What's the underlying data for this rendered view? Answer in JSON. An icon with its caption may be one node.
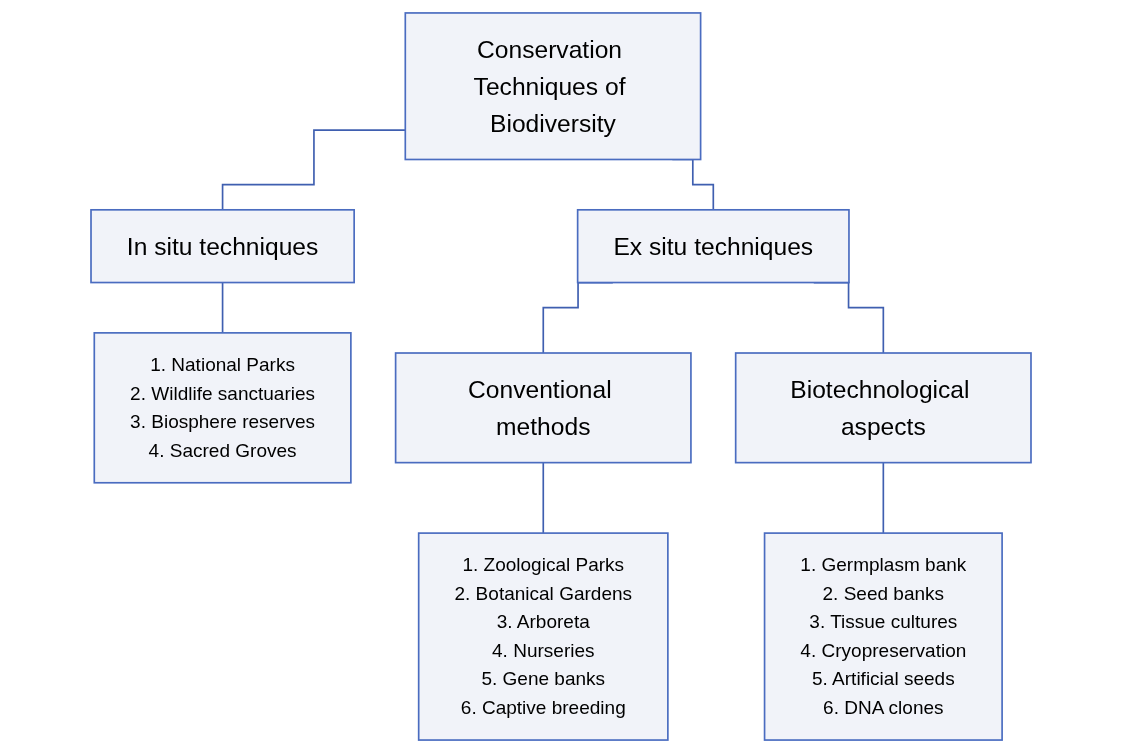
{
  "diagram": {
    "nodes": [
      {
        "text": [
          "Conservation Techniques of Biodiversity"
        ]
      },
      {
        "text": [
          "In situ techniques"
        ]
      },
      {
        "text": [
          "Ex situ techniques"
        ]
      },
      {
        "text": [
          "1. National Parks",
          "2. Wildlife sanctuaries",
          "3. Biosphere reserves",
          "4. Sacred Groves"
        ]
      },
      {
        "text": [
          "Conventional methods"
        ]
      },
      {
        "text": [
          "Biotechnological aspects"
        ]
      },
      {
        "text": [
          "1. Zoological Parks",
          "2. Botanical Gardens",
          "3. Arboreta",
          "4. Nurseries",
          "5. Gene banks",
          "6. Captive breeding"
        ]
      },
      {
        "text": [
          "1. Germplasm bank",
          "2. Seed banks",
          "3. Tissue cultures",
          "4. Cryopreservation",
          "5. Artificial seeds",
          "6. DNA clones"
        ]
      }
    ],
    "edges": [
      {
        "from": 0,
        "to": 1,
        "arrow": "none"
      },
      {
        "from": 0,
        "to": 2,
        "arrow": "none"
      },
      {
        "from": 1,
        "to": 3,
        "arrow": "none"
      },
      {
        "from": 2,
        "to": 4,
        "arrow": "none"
      },
      {
        "from": 2,
        "to": 5,
        "arrow": "none"
      },
      {
        "from": 4,
        "to": 6,
        "arrow": "none"
      },
      {
        "from": 5,
        "to": 7,
        "arrow": "none"
      }
    ]
  }
}
